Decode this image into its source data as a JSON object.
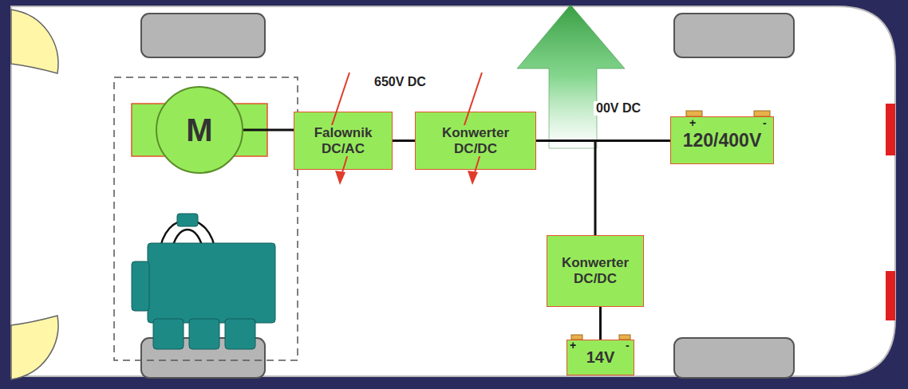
{
  "diagram": {
    "nodes": [
      {
        "text": [
          "M"
        ]
      },
      {
        "text": [
          "Falownik DC/AC"
        ]
      },
      {
        "text": [
          "Konwerter DC/DC"
        ]
      },
      {
        "text": [
          "120/400V"
        ]
      },
      {
        "text": [
          "Konwerter DC/DC"
        ]
      },
      {
        "text": [
          "14V"
        ]
      }
    ],
    "edges": [
      {
        "from": 0,
        "to": 1,
        "arrow": "none"
      },
      {
        "from": 1,
        "to": 2,
        "arrow": "none",
        "label": "650V DC"
      },
      {
        "from": 2,
        "to": 3,
        "arrow": "none",
        "label": "00V DC"
      },
      {
        "from": 2,
        "to": 4,
        "arrow": "none"
      },
      {
        "from": 4,
        "to": 5,
        "arrow": "none"
      }
    ],
    "labels": [
      "+",
      "-",
      "+",
      "-"
    ]
  }
}
